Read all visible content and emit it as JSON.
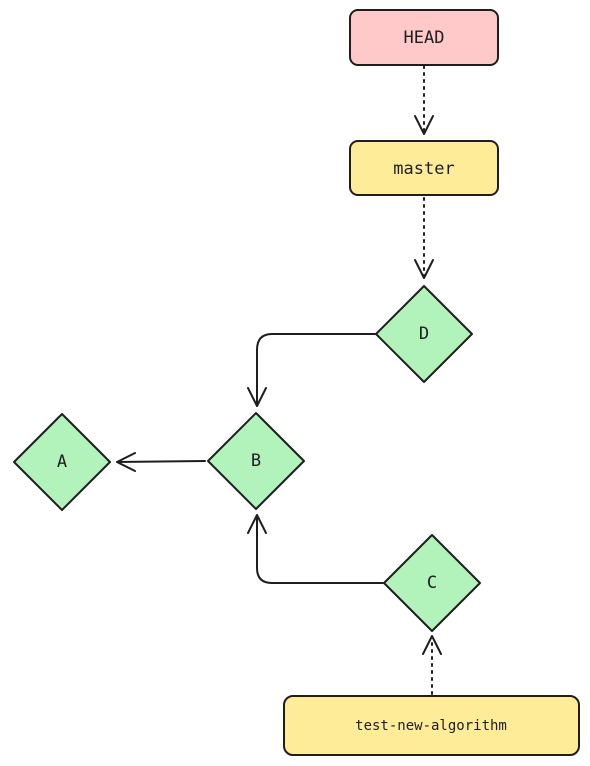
{
  "colors": {
    "ref_head": "#ffc9c9",
    "ref_branch": "#ffec99",
    "commit": "#b2f2bb",
    "stroke": "#1e1e1e"
  },
  "refs": {
    "head": "HEAD",
    "master": "master",
    "test_branch": "test-new-algorithm"
  },
  "commits": {
    "a": "A",
    "b": "B",
    "c": "C",
    "d": "D"
  }
}
